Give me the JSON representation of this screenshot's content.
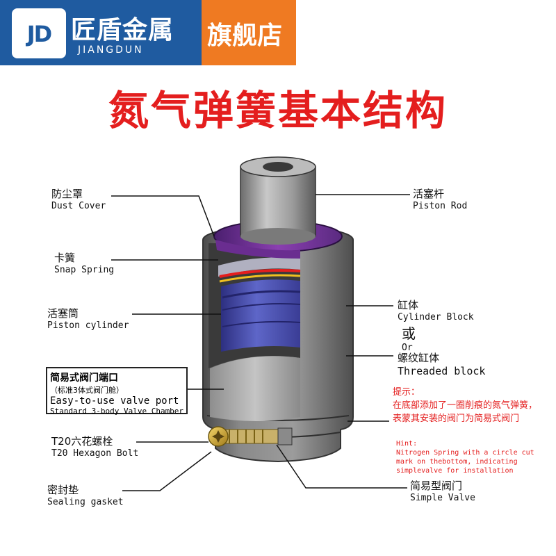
{
  "header": {
    "logo": "JD",
    "brand_cn": "匠盾金属",
    "brand_en": "JIANGDUN",
    "store_label": "旗舰店"
  },
  "title": "氮气弹簧基本结构",
  "labels": {
    "dust_cover": {
      "cn": "防尘罩",
      "en": "Dust Cover"
    },
    "snap_spring": {
      "cn": "卡簧",
      "en": "Snap Spring"
    },
    "piston_cylinder": {
      "cn": "活塞筒",
      "en": "Piston cylinder"
    },
    "piston_rod": {
      "cn": "活塞杆",
      "en": "Piston Rod"
    },
    "cylinder_block": {
      "cn": "缸体",
      "en": "Cylinder Block"
    },
    "or": {
      "cn": "或",
      "en": "Or"
    },
    "threaded_block": {
      "cn": "螺纹缸体",
      "en": "Threaded block"
    },
    "t20_bolt": {
      "cn": "T20六花螺栓",
      "en": "T20 Hexagon Bolt"
    },
    "sealing_gasket": {
      "cn": "密封垫",
      "en": "Sealing gasket"
    },
    "simple_valve": {
      "cn": "简易型阀门",
      "en": "Simple Valve"
    }
  },
  "callout": {
    "line1": "简易式阀门端口",
    "line2": "（标准3体式阀门舱）",
    "line3": "Easy-to-use valve port",
    "line4": "Standard 3-body Valve Chamber"
  },
  "hint": {
    "cn_title": "提示：",
    "cn_body": "在底部添加了一圈削痕的氮气弹簧，表蒙其安装的阀门为简易式阀门",
    "en_title": "Hint:",
    "en_body": "Nitrogen Spring with a circle cut mark on thebottom, indicating simplevalve for installation"
  },
  "colors": {
    "header_blue": "#1f5ba0",
    "header_orange": "#ef7a22",
    "title_red": "#e41e1e"
  }
}
